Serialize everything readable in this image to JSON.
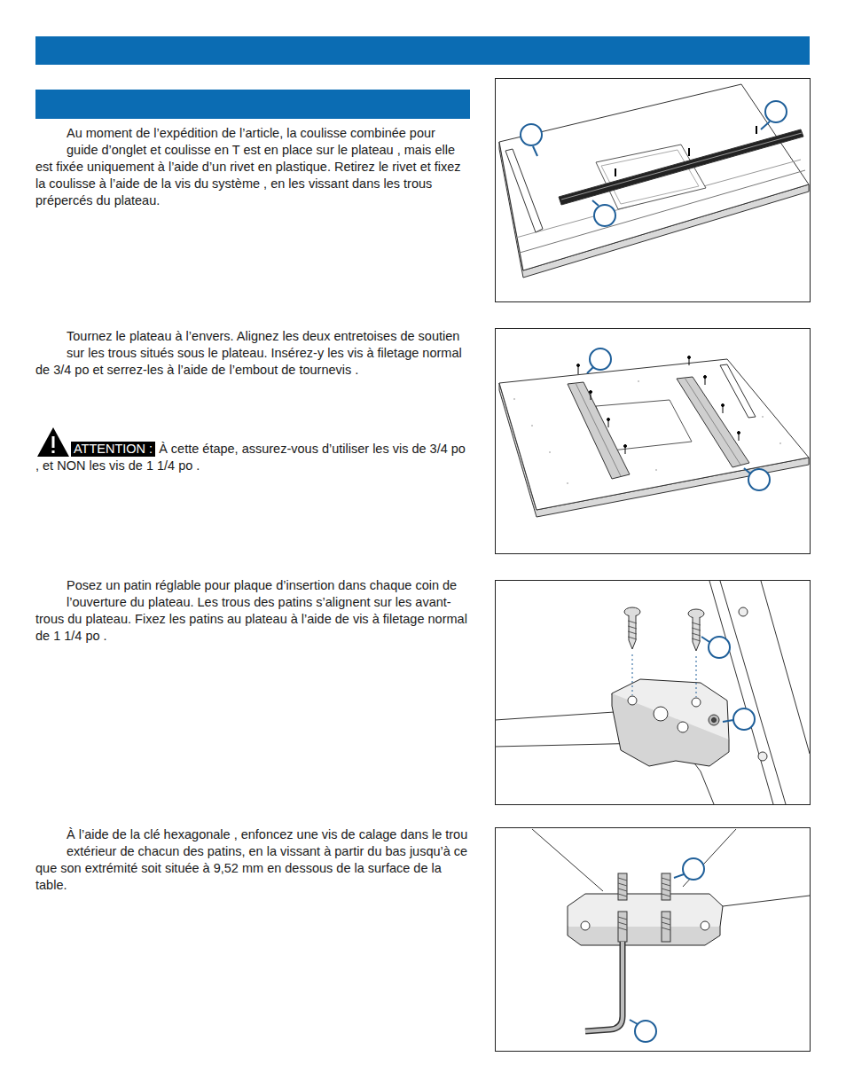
{
  "diagram": {
    "nodes": [
      {
        "text": [
          "ATTENTION :"
        ]
      }
    ],
    "labels": [
      "Au moment de l’expédition de l’article, la coulisse combinée pour guide d’onglet et coulisse en T est en place sur le plateau , mais elle est fixée uniquement à l’aide d’un rivet en plastique. Retirez le rivet et fixez la coulisse à l’aide de la vis du système , en les vissant dans les trous prépercés du plateau.",
      "Tournez le plateau à l’envers. Alignez les deux entretoises de soutien sur les trous situés sous le plateau. Insérez-y les vis à filetage normal de 3/4 po et serrez-les à l’aide de l’embout de tournevis .",
      "À cette étape, assurez-vous d’utiliser les vis de 3/4 po , et NON les vis de 1 1/4 po .",
      "Posez un patin réglable pour plaque d’insertion dans chaque coin de l’ouverture du plateau. Les trous des patins s’alignent sur les avant-trous du plateau. Fixez les patins au plateau à l’aide de vis à filetage normal de 1 1/4 po .",
      "À l’aide de la clé hexagonale , enfoncez une vis de calage dans le trou extérieur de chacun des patins, en la vissant à partir du bas jusqu’à ce que son extrémité soit située à 9,52 mm en dessous de la surface de la table."
    ]
  }
}
